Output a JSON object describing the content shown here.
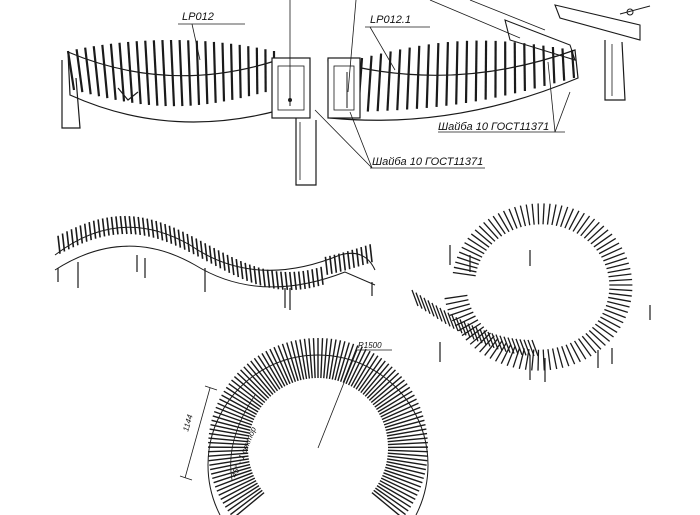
{
  "labels": {
    "part_left": "LP012",
    "part_right": "LP012.1",
    "washer_right": "Шайба 10 ГОСТ11371",
    "washer_center": "Шайба 10 ГОСТ11371"
  },
  "dimensions": {
    "radius": "R1500",
    "length": "1144",
    "sector": "45° - 1 сектор"
  },
  "colors": {
    "line": "#1a1a1a",
    "slat": "#9a9a9a",
    "slat_dark": "#6e6e6e",
    "paper": "#ffffff"
  }
}
